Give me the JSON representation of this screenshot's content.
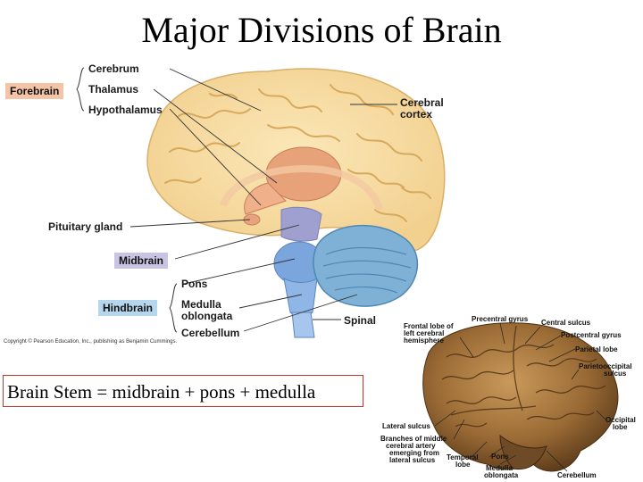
{
  "title": "Major Divisions of Brain",
  "groups": {
    "forebrain": "Forebrain",
    "midbrain": "Midbrain",
    "hindbrain": "Hindbrain"
  },
  "labels": {
    "cerebrum": "Cerebrum",
    "thalamus": "Thalamus",
    "hypothalamus": "Hypothalamus",
    "cerebral_cortex_1": "Cerebral",
    "cerebral_cortex_2": "cortex",
    "pituitary": "Pituitary gland",
    "pons": "Pons",
    "medulla_1": "Medulla",
    "medulla_2": "oblongata",
    "cerebellum": "Cerebellum",
    "spinal": "Spinal"
  },
  "copyright": "Copyright © Pearson Education, Inc., publishing as Benjamin Cummings.",
  "caption": "Brain Stem = midbrain + pons + medulla",
  "photo_labels": {
    "frontal_1": "Frontal lobe of",
    "frontal_2": "left cerebral",
    "frontal_3": "hemisphere",
    "precentral_gyrus": "Precentral gyrus",
    "central_sulcus": "Central sulcus",
    "postcentral_gyrus": "Postcentral gyrus",
    "parietal_lobe": "Parietal lobe",
    "parieto_1": "Parietooccipital",
    "parieto_2": "sulcus",
    "lateral_sulcus": "Lateral sulcus",
    "branches_1": "Branches of middle",
    "branches_2": "cerebral artery",
    "branches_3": "emerging from",
    "branches_4": "lateral sulcus",
    "temporal_1": "Temporal",
    "temporal_2": "lobe",
    "pons": "Pons",
    "medulla_1": "Medulla",
    "medulla_2": "oblongata",
    "cerebellum": "Cerebellum",
    "occipital_1": "Occipital",
    "occipital_2": "lobe"
  }
}
